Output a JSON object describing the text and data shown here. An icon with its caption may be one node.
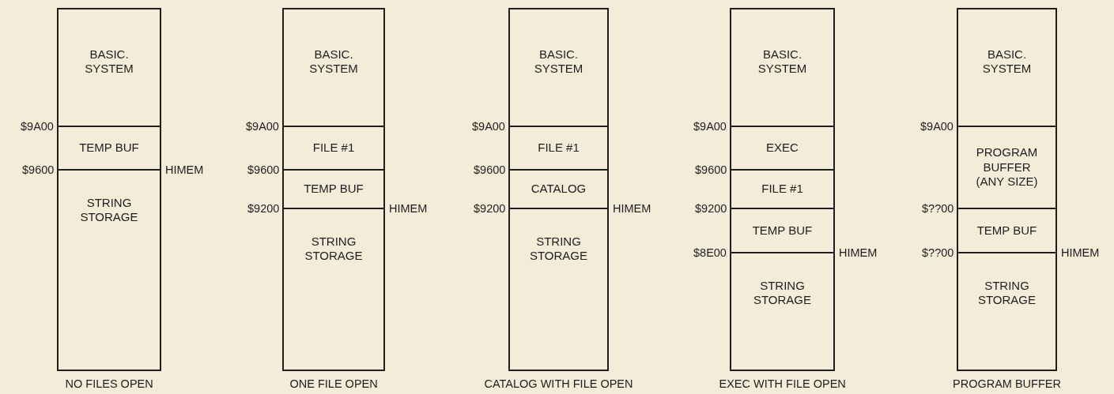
{
  "diagram": {
    "nodes": [
      {
        "text": [
          "NO FILES OPEN"
        ]
      },
      {
        "text": [
          "BASIC. SYSTEM"
        ],
        "in": 0
      },
      {
        "text": [
          "TEMP BUF"
        ],
        "in": 0
      },
      {
        "text": [
          "STRING STORAGE"
        ],
        "in": 0
      },
      {
        "text": [
          "ONE FILE OPEN"
        ]
      },
      {
        "text": [
          "BASIC. SYSTEM"
        ],
        "in": 4
      },
      {
        "text": [
          "FILE #1"
        ],
        "in": 4
      },
      {
        "text": [
          "TEMP BUF"
        ],
        "in": 4
      },
      {
        "text": [
          "STRING STORAGE"
        ],
        "in": 4
      },
      {
        "text": [
          "CATALOG WITH FILE OPEN"
        ]
      },
      {
        "text": [
          "BASIC. SYSTEM"
        ],
        "in": 9
      },
      {
        "text": [
          "FILE #1"
        ],
        "in": 9
      },
      {
        "text": [
          "CATALOG"
        ],
        "in": 9
      },
      {
        "text": [
          "STRING STORAGE"
        ],
        "in": 9
      },
      {
        "text": [
          "EXEC WITH FILE OPEN"
        ]
      },
      {
        "text": [
          "BASIC. SYSTEM"
        ],
        "in": 14
      },
      {
        "text": [
          "EXEC"
        ],
        "in": 14
      },
      {
        "text": [
          "FILE #1"
        ],
        "in": 14
      },
      {
        "text": [
          "TEMP BUF"
        ],
        "in": 14
      },
      {
        "text": [
          "STRING STORAGE"
        ],
        "in": 14
      },
      {
        "text": [
          "PROGRAM BUFFER"
        ]
      },
      {
        "text": [
          "BASIC. SYSTEM"
        ],
        "in": 20
      },
      {
        "text": [
          "PROGRAM BUFFER (ANY SIZE)"
        ],
        "in": 20
      },
      {
        "text": [
          "TEMP BUF"
        ],
        "in": 20
      },
      {
        "text": [
          "STRING STORAGE"
        ],
        "in": 20
      }
    ],
    "labels": [
      "$9A00",
      "$9600",
      "HIMEM",
      "$9A00",
      "$9600",
      "$9200",
      "HIMEM",
      "$9A00",
      "$9600",
      "$9200",
      "HIMEM",
      "$9A00",
      "$9600",
      "$9200",
      "$8E00",
      "HIMEM",
      "$9A00",
      "$??00",
      "$??00",
      "HIMEM"
    ]
  }
}
